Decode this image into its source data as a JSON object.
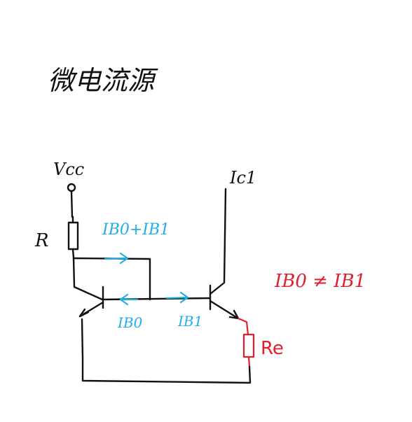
{
  "title": "微电流源",
  "labels": {
    "vcc": "Vcc",
    "resistor_r": "R",
    "ic1": "Ic1",
    "ib0_plus_ib1": "IB0+IB1",
    "ib0": "IB0",
    "ib1": "IB1",
    "inequality": "IB0 ≠ IB1",
    "re": "Re"
  },
  "colors": {
    "ink": "#111111",
    "blue": "#22aee6",
    "red": "#e0202e"
  }
}
